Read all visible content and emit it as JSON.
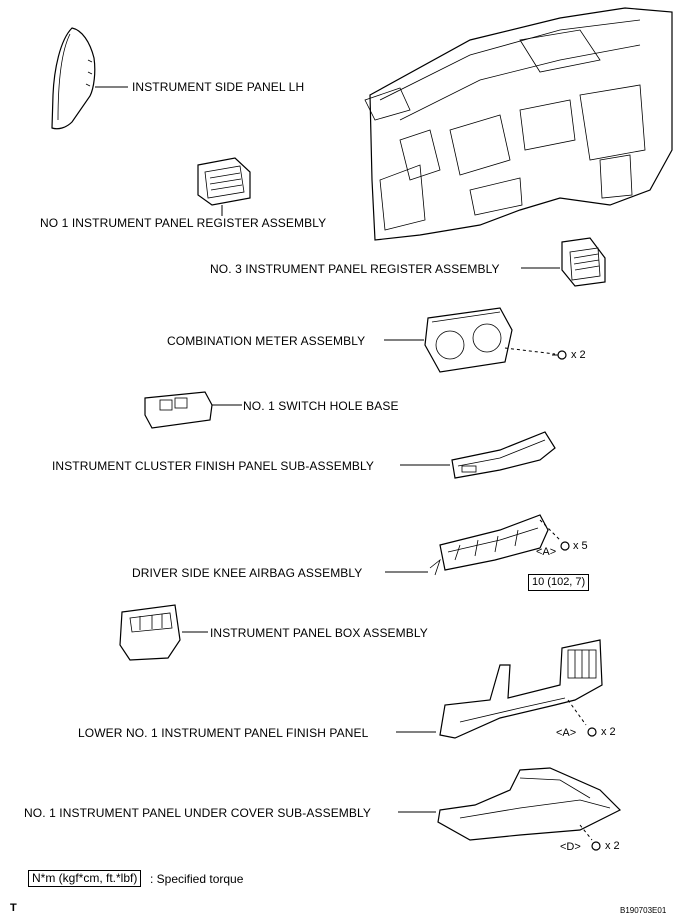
{
  "labels": {
    "side_panel_lh": "INSTRUMENT SIDE PANEL LH",
    "no1_register": "NO  1 INSTRUMENT PANEL REGISTER ASSEMBLY",
    "no3_register": "NO. 3 INSTRUMENT PANEL REGISTER ASSEMBLY",
    "combination_meter": "COMBINATION METER ASSEMBLY",
    "switch_hole_base": "NO. 1 SWITCH HOLE BASE",
    "cluster_finish_panel": "INSTRUMENT CLUSTER FINISH PANEL SUB-ASSEMBLY",
    "knee_airbag": "DRIVER SIDE KNEE AIRBAG ASSEMBLY",
    "panel_box": "INSTRUMENT PANEL BOX ASSEMBLY",
    "lower_finish_panel": "LOWER NO. 1 INSTRUMENT PANEL FINISH PANEL",
    "under_cover": "NO. 1 INSTRUMENT PANEL UNDER COVER SUB-ASSEMBLY"
  },
  "fasteners": {
    "meter_qty": "x 2",
    "airbag_ref": "<A>",
    "airbag_qty": "x 5",
    "airbag_torque": "10 (102, 7)",
    "lower_ref": "<A>",
    "lower_qty": "x 2",
    "cover_ref": "<D>",
    "cover_qty": "x 2"
  },
  "legend": {
    "torque_unit": "N*m (kgf*cm, ft.*lbf)",
    "description": ": Specified torque"
  },
  "footer": {
    "corner_mark": "T",
    "figure_code": "B190703E01"
  }
}
